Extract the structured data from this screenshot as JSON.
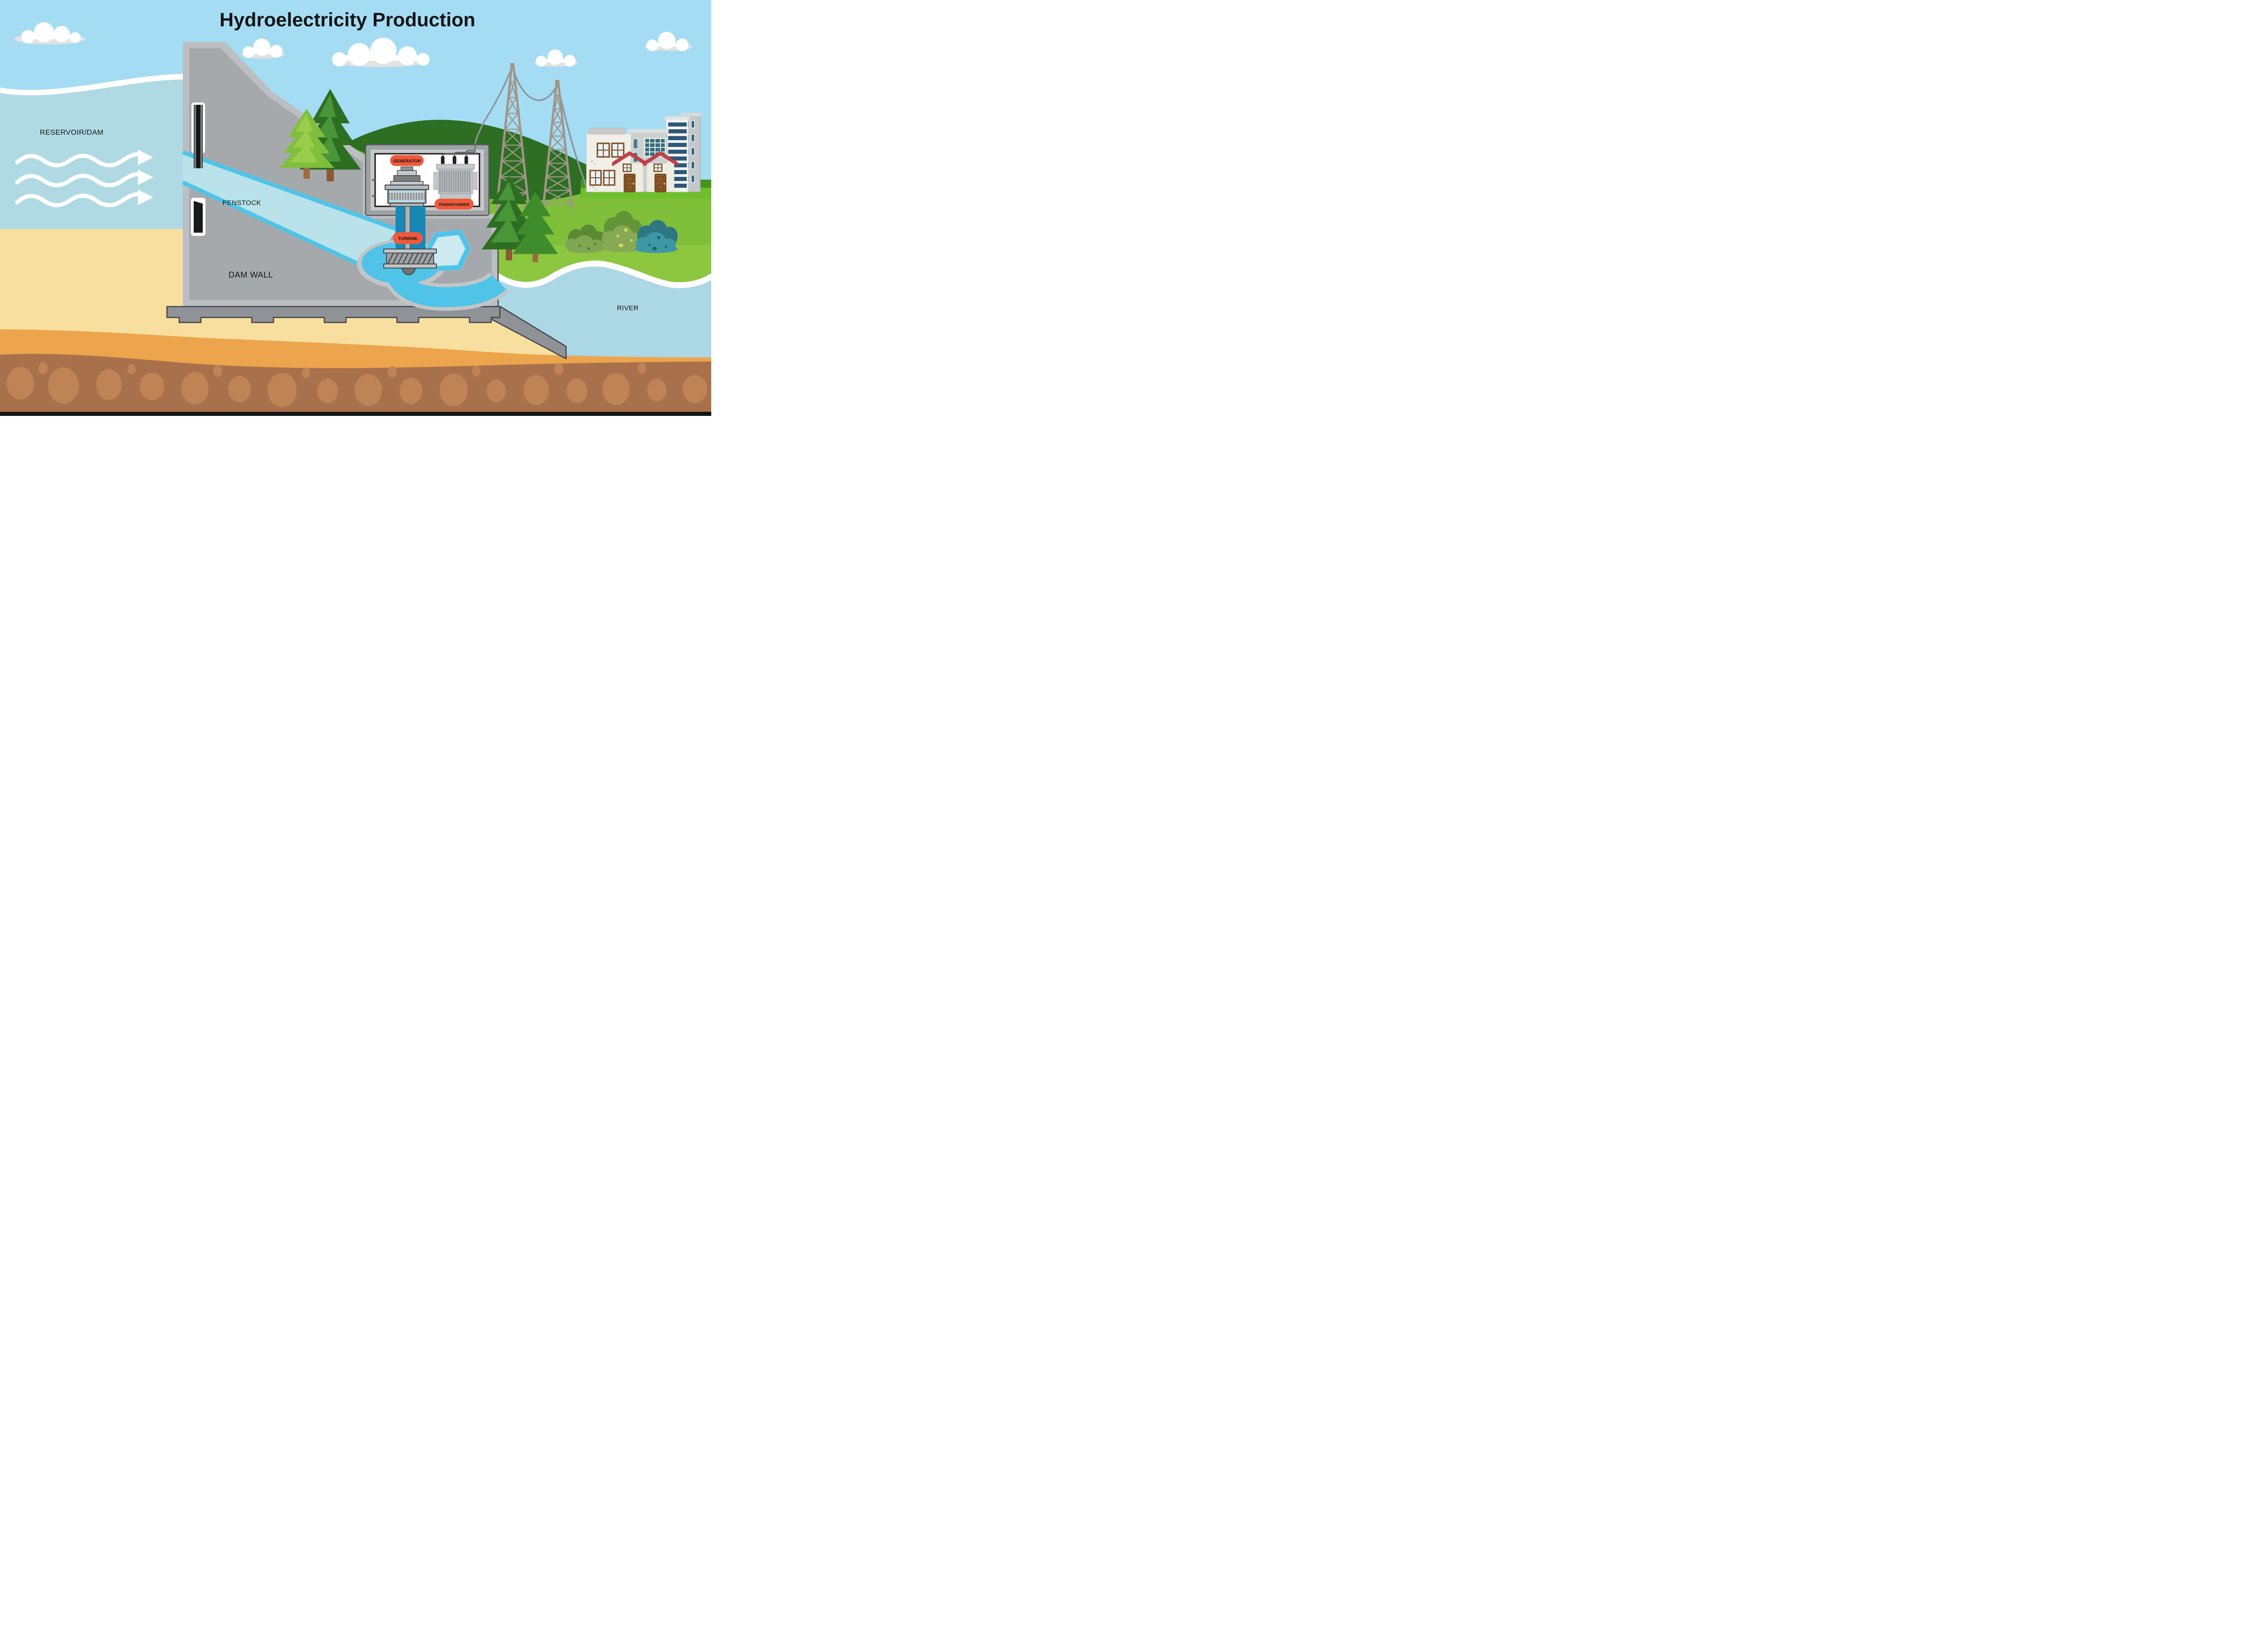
{
  "title": "Hydroelectricity Production",
  "labels": {
    "reservoir": "RESERVOIR/DAM",
    "penstock": "PENSTOCK",
    "dam_wall": "DAM WALL",
    "generator": "GENERATOR",
    "transformer": "TRANSFORMER",
    "turbine": "TURBINE",
    "river": "RIVER"
  },
  "colors": {
    "sky": "#A4DCF4",
    "reservoir_water": "#AFDAE4",
    "river_water": "#ACD8E5",
    "penstock_water_light": "#B9E2EA",
    "flow_water_bright": "#4FC4E8",
    "duct_water_dark": "#1888B8",
    "dam_gray_light": "#BCBFC1",
    "dam_gray": "#A6A9AC",
    "foundation_gray": "#8F9397",
    "outline_dark": "#3E4347",
    "label_pill": "#F0593C",
    "hill_dark_green": "#2D6E23",
    "field_green": "#7FBF3A",
    "bank_green": "#8DC63F",
    "sand_light": "#F8DFA0",
    "sand_orange": "#ECA54D",
    "dirt_brown": "#A9714B",
    "rock_brown": "#BE8456",
    "pylon_tan": "#A0968A",
    "house_roof_red": "#C4404A",
    "door_brown": "#8A5A2B",
    "window_navy": "#2E5878"
  }
}
